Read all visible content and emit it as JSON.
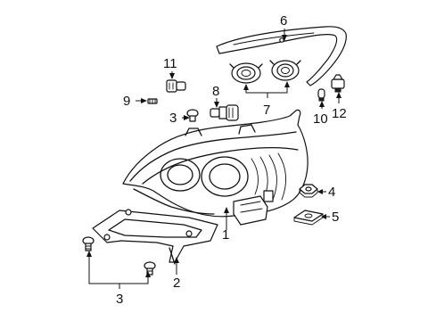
{
  "callouts": {
    "c1": "1",
    "c2": "2",
    "c3_left": "3",
    "c3_bottom": "3",
    "c4": "4",
    "c5": "5",
    "c6": "6",
    "c7": "7",
    "c8": "8",
    "c9": "9",
    "c10": "10",
    "c11": "11",
    "c12": "12"
  }
}
